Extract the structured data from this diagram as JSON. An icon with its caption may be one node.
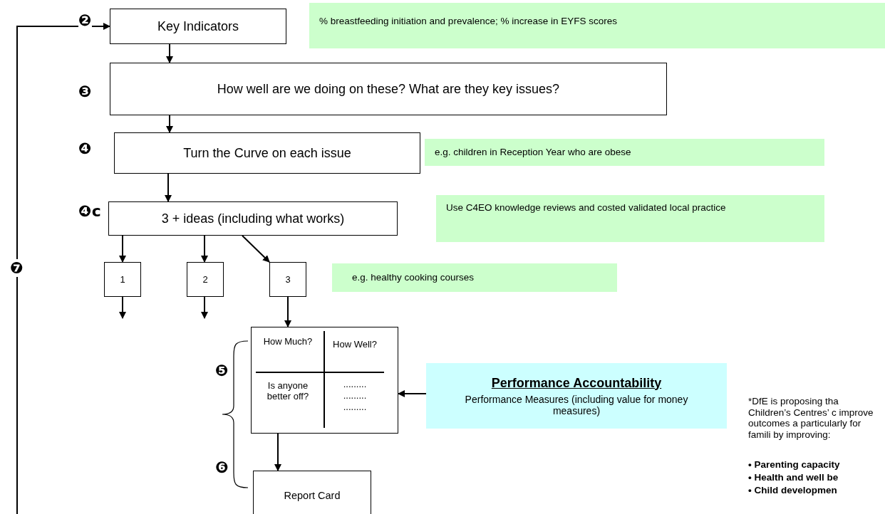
{
  "diagram": {
    "nodes": [
      {
        "text": [
          "Key Indicators"
        ]
      },
      {
        "text": [
          "% breastfeeding initiation and prevalence; % increase in EYFS scores"
        ]
      },
      {
        "text": [
          "How well are we doing on these?  What are they key issues?"
        ]
      },
      {
        "text": [
          "Turn the Curve on each issue"
        ]
      },
      {
        "text": [
          "e.g. children in Reception Year who are obese"
        ]
      },
      {
        "text": [
          "3 + ideas (including what works)"
        ]
      },
      {
        "text": [
          "Use C4EO knowledge reviews and  costed validated local practice"
        ]
      },
      {
        "text": [
          "1"
        ]
      },
      {
        "text": [
          "2"
        ]
      },
      {
        "text": [
          "3"
        ]
      },
      {
        "text": [
          "e.g. healthy cooking courses"
        ]
      },
      {
        "text": [
          "How Much?",
          "How Well?",
          "Is anyone better off?",
          ".........",
          ".........",
          "........."
        ]
      },
      {
        "text": [
          "Report Card"
        ]
      },
      {
        "text": [
          "Performance Accountability",
          "Performance Measures (including value for money measures)"
        ]
      }
    ],
    "edges": [
      {
        "from": null,
        "to": 0,
        "arrow": "to"
      },
      {
        "from": 0,
        "to": 2,
        "arrow": "to"
      },
      {
        "from": 2,
        "to": 3,
        "arrow": "to"
      },
      {
        "from": 3,
        "to": 5,
        "arrow": "to"
      },
      {
        "from": 5,
        "to": 7,
        "arrow": "to"
      },
      {
        "from": 5,
        "to": 8,
        "arrow": "to"
      },
      {
        "from": 5,
        "to": 9,
        "arrow": "to"
      },
      {
        "from": 7,
        "to": null,
        "arrow": "to"
      },
      {
        "from": 8,
        "to": null,
        "arrow": "to"
      },
      {
        "from": 9,
        "to": 11,
        "arrow": "to"
      },
      {
        "from": 11,
        "to": 12,
        "arrow": "to"
      },
      {
        "from": 13,
        "to": 11,
        "arrow": "to"
      }
    ],
    "labels": [
      "❷",
      "❸",
      "❹",
      "❹c",
      "❼",
      "❺",
      "❻",
      "*DfE is proposing tha Children’s Centres’ c improve outcomes a particularly for famili by improving:",
      "• Parenting capacity",
      "• Health and well be",
      "• Child developmen"
    ]
  }
}
